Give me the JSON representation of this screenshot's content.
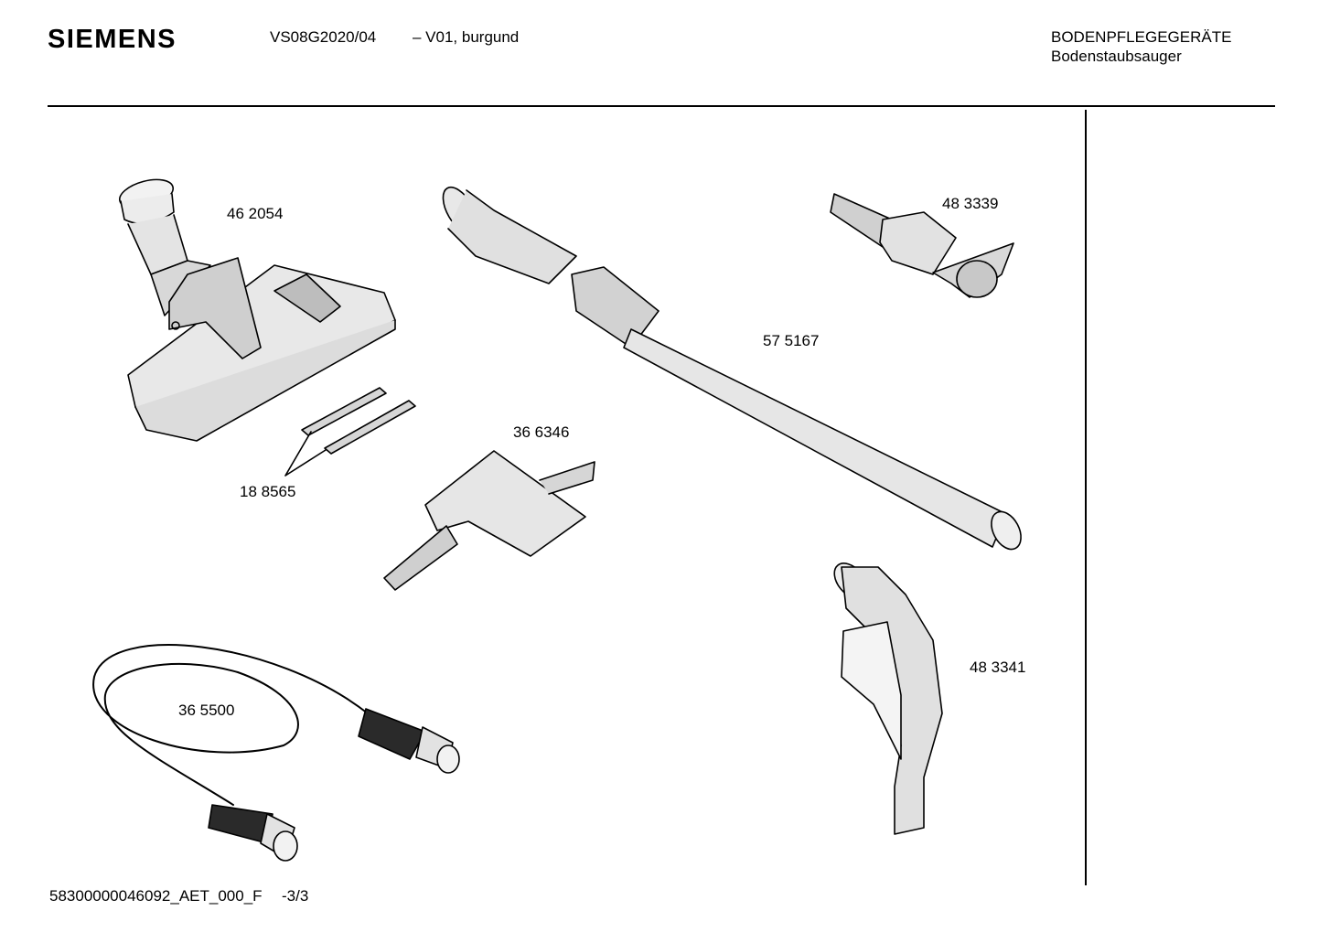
{
  "header": {
    "brand": "SIEMENS",
    "model": "VS08G2020/04",
    "variant": "– V01, burgund",
    "category": "BODENPFLEGEGERÄTE",
    "subcategory": "Bodenstaubsauger"
  },
  "parts": [
    {
      "number": "46 2054"
    },
    {
      "number": "57 5167"
    },
    {
      "number": "48 3339"
    },
    {
      "number": "36 6346"
    },
    {
      "number": "18 8565"
    },
    {
      "number": "36 5500"
    },
    {
      "number": "48 3341"
    }
  ],
  "footer": {
    "doc_id": "58300000046092_AET_000_F",
    "page": "-3/3"
  }
}
